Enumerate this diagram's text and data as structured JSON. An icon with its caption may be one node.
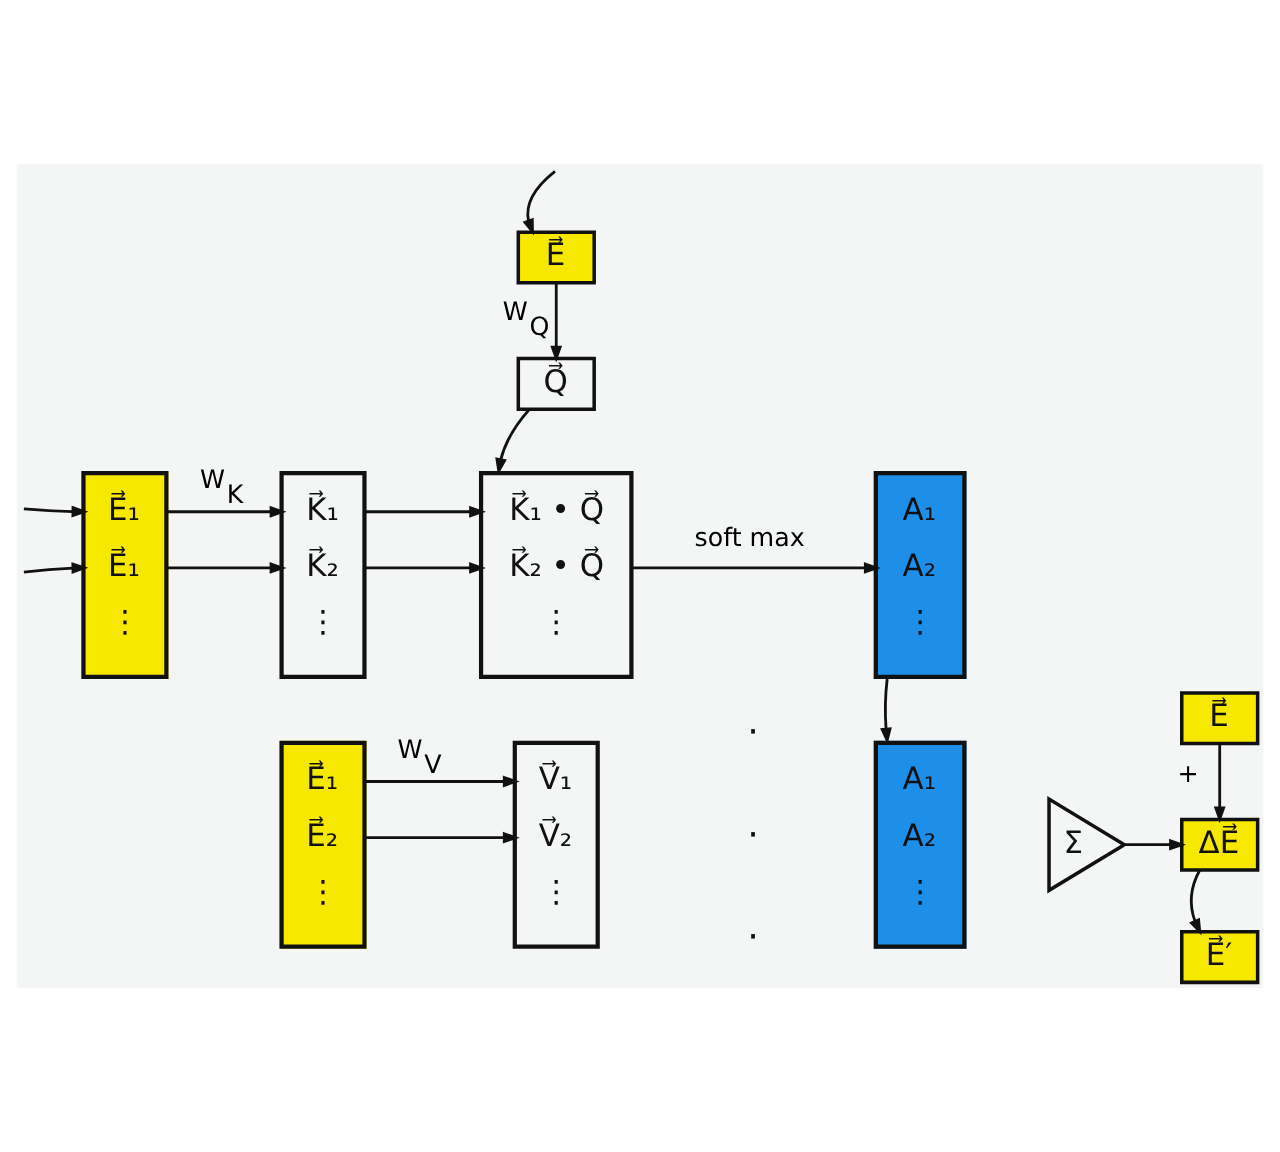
{
  "diagram": {
    "nodes": [
      {
        "text": [
          "E⃗"
        ]
      },
      {
        "text": [
          "Q⃗"
        ]
      },
      {
        "text": [
          "E⃗₁",
          "E⃗₁",
          "⋮"
        ]
      },
      {
        "text": [
          "K⃗₁",
          "K⃗₂",
          "⋮"
        ]
      },
      {
        "text": [
          "K⃗₁ • Q⃗",
          "K⃗₂ • Q⃗",
          "⋮"
        ]
      },
      {
        "text": [
          "A₁",
          "A₂",
          "⋮"
        ]
      },
      {
        "text": [
          "E⃗₁",
          "E⃗₂",
          "⋮"
        ]
      },
      {
        "text": [
          "V⃗₁",
          "V⃗₂",
          "⋮"
        ]
      },
      {
        "text": [
          "A₁",
          "A₂",
          "⋮"
        ]
      },
      {
        "text": [
          "Σ"
        ]
      },
      {
        "text": [
          "E⃗"
        ]
      },
      {
        "text": [
          "ΔE⃗"
        ]
      },
      {
        "text": [
          "E⃗′"
        ]
      }
    ],
    "edges": [
      {
        "from": null,
        "to": 0,
        "arrow": "to"
      },
      {
        "from": 0,
        "to": 1,
        "arrow": "to",
        "label": "W$_{Q}$"
      },
      {
        "from": 1,
        "to": 4,
        "arrow": "to"
      },
      {
        "from": null,
        "to": 2,
        "arrow": "to"
      },
      {
        "from": null,
        "to": 2,
        "arrow": "to"
      },
      {
        "from": 2,
        "to": 3,
        "arrow": "to",
        "label": "W$_{K}$"
      },
      {
        "from": 2,
        "to": 3,
        "arrow": "to"
      },
      {
        "from": 3,
        "to": 4,
        "arrow": "to"
      },
      {
        "from": 3,
        "to": 4,
        "arrow": "to"
      },
      {
        "from": 4,
        "to": 5,
        "arrow": "to",
        "label": "soft max"
      },
      {
        "from": 5,
        "to": 8,
        "arrow": "to"
      },
      {
        "from": 6,
        "to": 7,
        "arrow": "to",
        "label": "W$_{V}$"
      },
      {
        "from": 6,
        "to": 7,
        "arrow": "to"
      },
      {
        "from": 9,
        "to": 11,
        "arrow": "to"
      },
      {
        "from": 10,
        "to": 11,
        "arrow": "to",
        "label": "+"
      },
      {
        "from": 11,
        "to": 12,
        "arrow": "to"
      }
    ],
    "labels": [
      "·",
      "·",
      "·"
    ]
  }
}
